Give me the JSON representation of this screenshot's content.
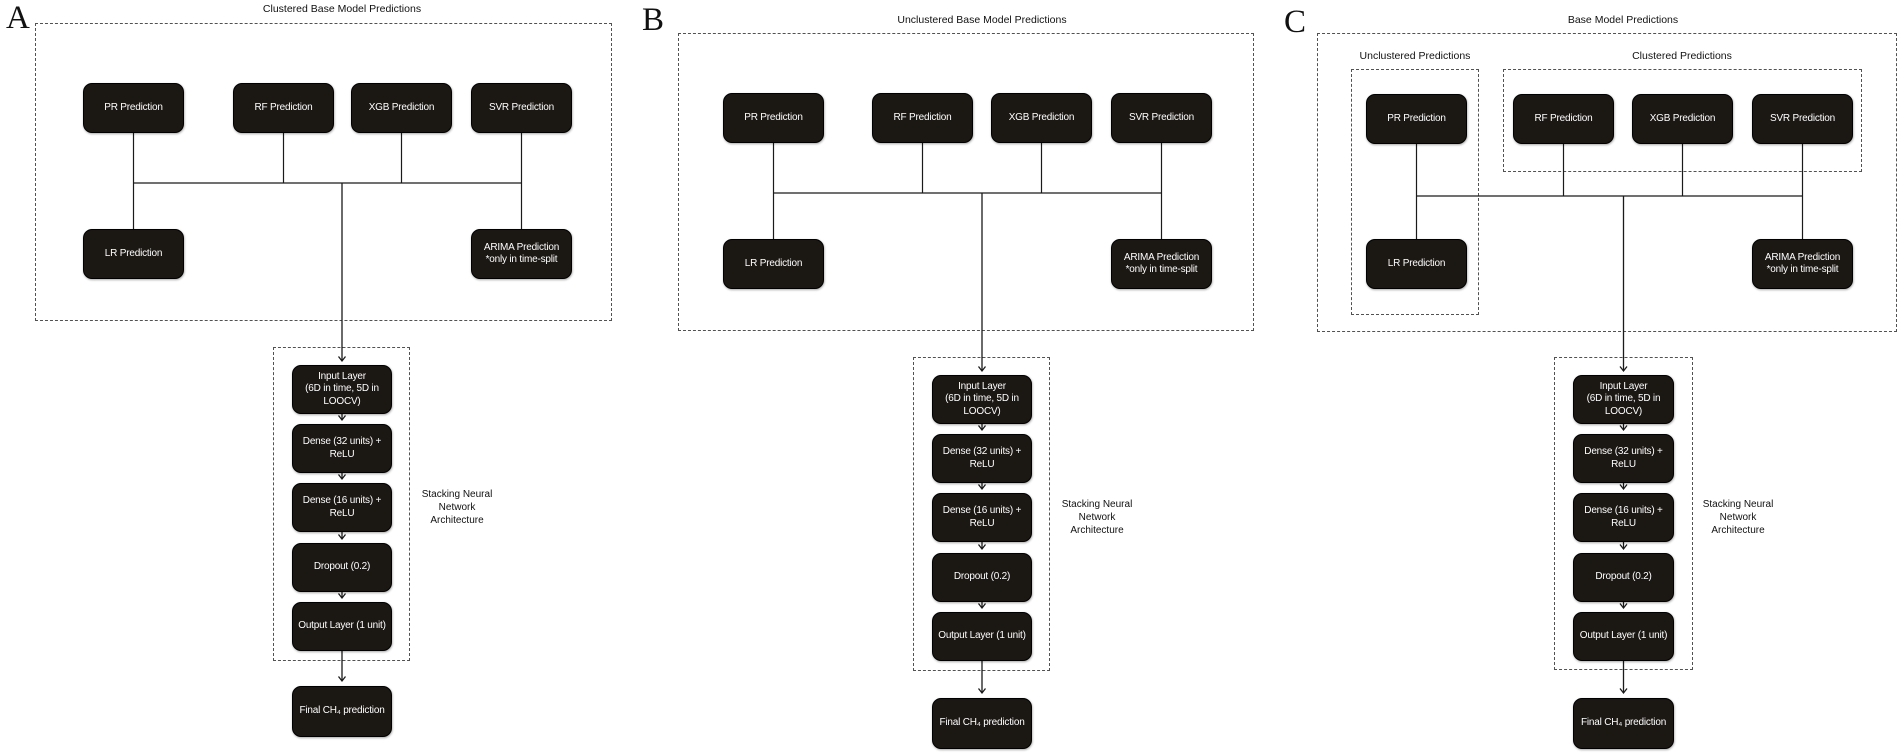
{
  "panels": [
    {
      "label": "A",
      "title": "Clustered Base Model Predictions",
      "base_models": {
        "pr": "PR Prediction",
        "rf": "RF Prediction",
        "xgb": "XGB Prediction",
        "svr": "SVR Prediction",
        "lr": "LR Prediction",
        "arima": "ARIMA Prediction\n*only in time-split"
      },
      "network": {
        "input": "Input Layer\n(6D in time, 5D in\nLOOCV)",
        "dense32": "Dense (32 units) +\nReLU",
        "dense16": "Dense (16 units) +\nReLU",
        "dropout": "Dropout (0.2)",
        "output": "Output Layer (1 unit)",
        "side_label": "Stacking Neural\nNetwork\nArchitecture"
      },
      "final_prediction": "Final CH₄ prediction"
    },
    {
      "label": "B",
      "title": "Unclustered Base Model Predictions",
      "base_models": {
        "pr": "PR Prediction",
        "rf": "RF Prediction",
        "xgb": "XGB Prediction",
        "svr": "SVR Prediction",
        "lr": "LR Prediction",
        "arima": "ARIMA Prediction\n*only in time-split"
      },
      "network": {
        "input": "Input Layer\n(6D in time, 5D in\nLOOCV)",
        "dense32": "Dense (32 units) +\nReLU",
        "dense16": "Dense (16 units) +\nReLU",
        "dropout": "Dropout (0.2)",
        "output": "Output Layer (1 unit)",
        "side_label": "Stacking Neural\nNetwork\nArchitecture"
      },
      "final_prediction": "Final CH₄ prediction"
    },
    {
      "label": "C",
      "title": "Base Model Predictions",
      "sub_groups": {
        "unclustered": "Unclustered Predictions",
        "clustered": "Clustered Predictions"
      },
      "base_models": {
        "pr": "PR Prediction",
        "rf": "RF Prediction",
        "xgb": "XGB Prediction",
        "svr": "SVR Prediction",
        "lr": "LR Prediction",
        "arima": "ARIMA Prediction\n*only in time-split"
      },
      "network": {
        "input": "Input Layer\n(6D in time, 5D in\nLOOCV)",
        "dense32": "Dense (32 units) +\nReLU",
        "dense16": "Dense (16 units) +\nReLU",
        "dropout": "Dropout (0.2)",
        "output": "Output Layer (1 unit)",
        "side_label": "Stacking Neural\nNetwork\nArchitecture"
      },
      "final_prediction": "Final CH₄ prediction"
    }
  ],
  "colors": {
    "node_background": "#1b1713",
    "node_text": "#ffffff",
    "connector_line": "#1a1a1a",
    "dashed_border": "#525252",
    "background": "#ffffff"
  }
}
